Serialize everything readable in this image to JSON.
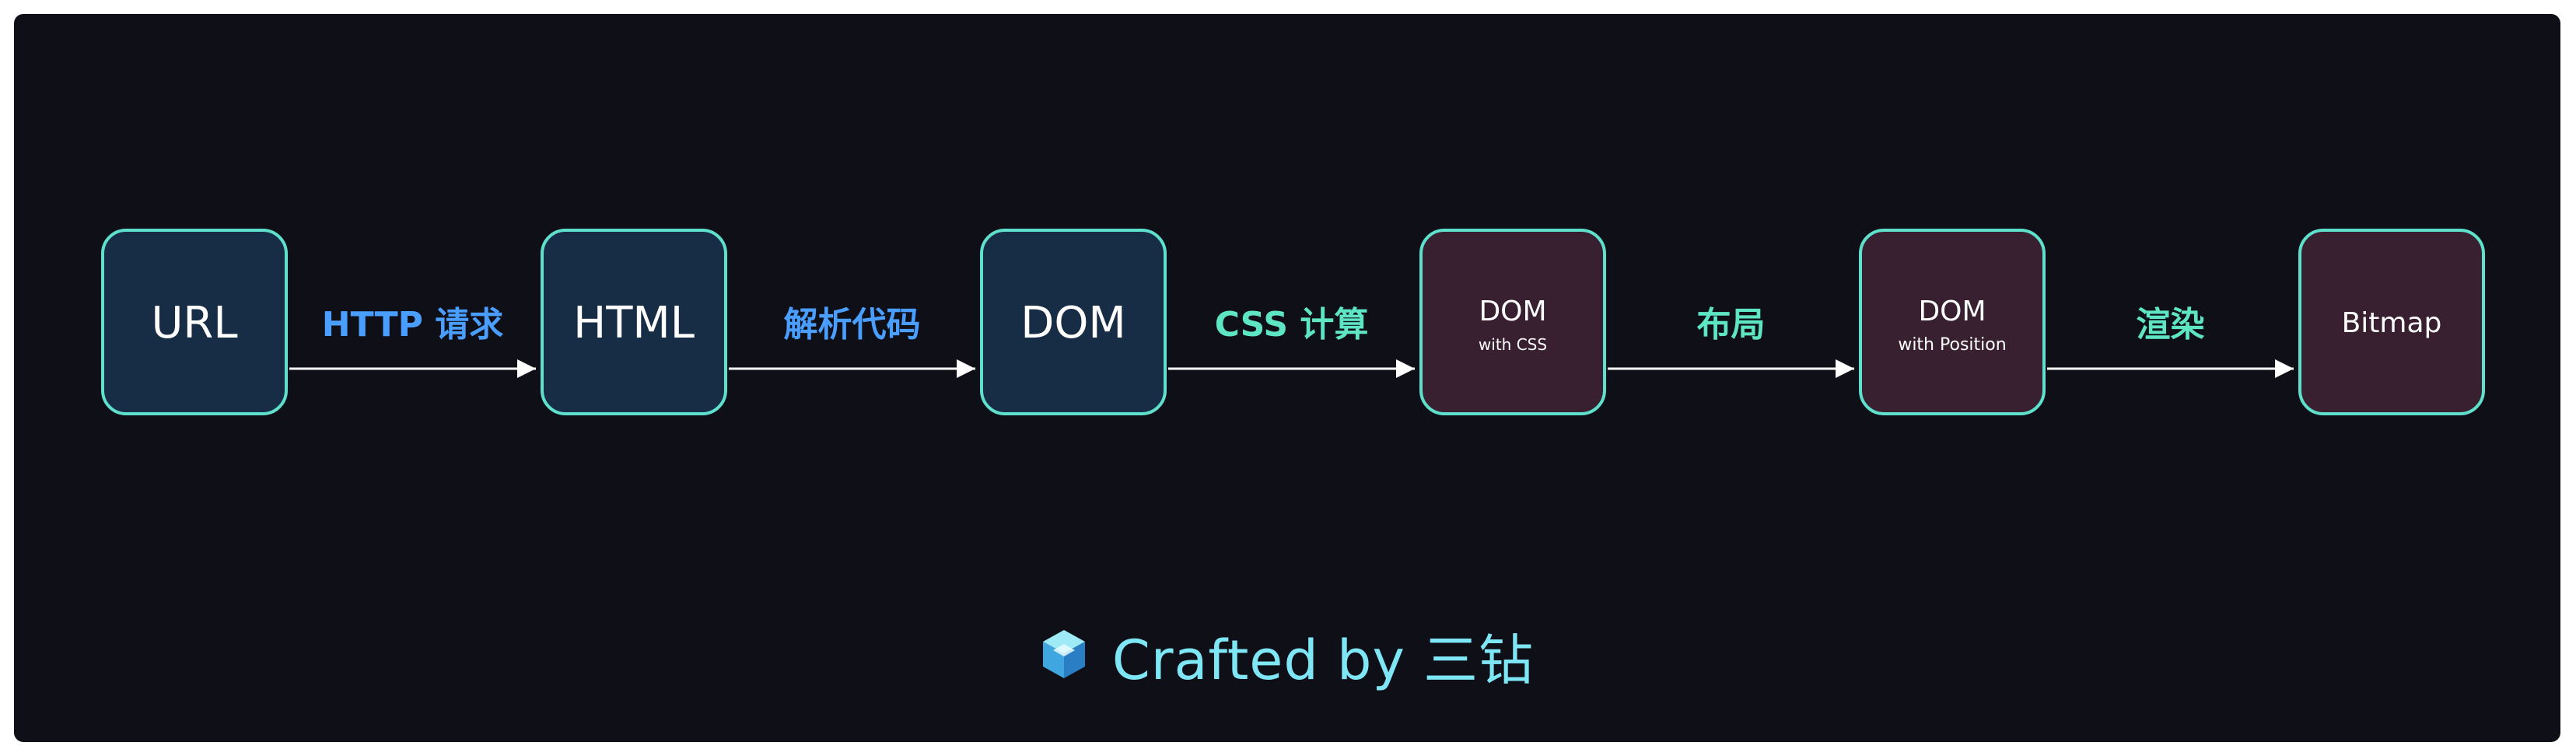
{
  "colors": {
    "background": "#0f0f17",
    "node_border": "#5fe0cc",
    "node_fill_navy": "#172c45",
    "node_fill_plum": "#382030",
    "label_blue": "#4a9eff",
    "label_teal": "#5ee6c4",
    "footer_text": "#7ee6f5"
  },
  "nodes": [
    {
      "id": "url",
      "title": "URL",
      "subtitle": "",
      "fill": "navy"
    },
    {
      "id": "html",
      "title": "HTML",
      "subtitle": "",
      "fill": "navy"
    },
    {
      "id": "dom",
      "title": "DOM",
      "subtitle": "",
      "fill": "navy"
    },
    {
      "id": "dom-css",
      "title": "DOM",
      "subtitle": "with CSS",
      "fill": "plum"
    },
    {
      "id": "dom-position",
      "title": "DOM",
      "subtitle": "with Position",
      "fill": "plum"
    },
    {
      "id": "bitmap",
      "title": "Bitmap",
      "subtitle": "",
      "fill": "plum"
    }
  ],
  "edges": [
    {
      "from": "url",
      "to": "html",
      "label": "HTTP 请求",
      "color": "blue"
    },
    {
      "from": "html",
      "to": "dom",
      "label": "解析代码",
      "color": "blue"
    },
    {
      "from": "dom",
      "to": "dom-css",
      "label": "CSS 计算",
      "color": "teal"
    },
    {
      "from": "dom-css",
      "to": "dom-position",
      "label": "布局",
      "color": "teal"
    },
    {
      "from": "dom-position",
      "to": "bitmap",
      "label": "渲染",
      "color": "teal"
    }
  ],
  "footer": {
    "icon": "cube-icon",
    "text": "Crafted by 三钻"
  }
}
